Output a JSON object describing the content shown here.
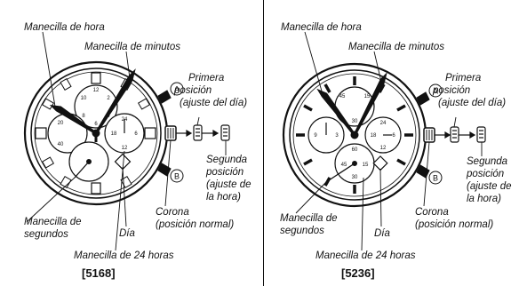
{
  "left": {
    "hour_hand": "Manecilla de hora",
    "minute_hand": "Manecilla de minutos",
    "first_position_1": "Primera",
    "first_position_2": "posición",
    "first_position_3": "(ajuste del día)",
    "second_position_1": "Segunda",
    "second_position_2": "posición",
    "second_position_3": "(ajuste de",
    "second_position_4": "la hora)",
    "crown_1": "Corona",
    "crown_2": "(posición normal)",
    "seconds_hand_1": "Manecilla de",
    "seconds_hand_2": "segundos",
    "day": "Día",
    "h24_hand": "Manecilla de 24 horas",
    "model": "[5168]",
    "button_a": "A",
    "button_b": "B",
    "subdial_24": [
      "18",
      "6",
      "12",
      "24"
    ],
    "subdial_top": [
      "12",
      "10",
      "8",
      "6",
      "4",
      "2"
    ],
    "subdial_left": [
      "20",
      "40"
    ]
  },
  "right": {
    "hour_hand": "Manecilla de hora",
    "minute_hand": "Manecilla de minutos",
    "first_position_1": "Primera",
    "first_position_2": "posición",
    "first_position_3": "(ajuste del día)",
    "second_position_1": "Segunda",
    "second_position_2": "posición",
    "second_position_3": "(ajuste de",
    "second_position_4": "la hora)",
    "crown_1": "Corona",
    "crown_2": "(posición normal)",
    "seconds_hand_1": "Manecilla de",
    "seconds_hand_2": "segundos",
    "day": "Día",
    "h24_hand": "Manecilla de 24 horas",
    "model": "[5236]",
    "button_a": "A",
    "button_b": "B",
    "subdial_top": [
      "45",
      "15",
      "30"
    ],
    "subdial_left": [
      "9",
      "3"
    ],
    "subdial_right": [
      "24",
      "18",
      "6",
      "12"
    ],
    "subdial_bottom": [
      "60",
      "45",
      "15",
      "30"
    ]
  }
}
